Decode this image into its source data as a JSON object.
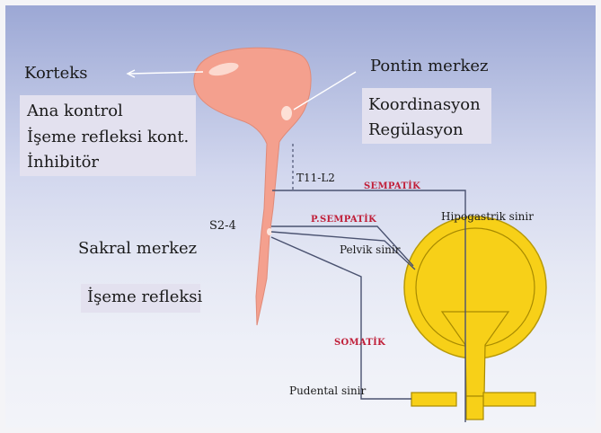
{
  "labels": {
    "korteks": "Korteks",
    "korteks_box": [
      "Ana kontrol",
      "İşeme refleksi kont.",
      "İnhibitör"
    ],
    "pontin": "Pontin merkez",
    "pontin_box": [
      "Koordinasyon",
      "Regülasyon"
    ],
    "sakral": "Sakral merkez",
    "iseme": "İşeme refleksi",
    "s2_4": "S2-4",
    "t11_l2": "T11-L2",
    "sempatik": "SEMPATİK",
    "psempatik": "P.SEMPATİK",
    "somatik": "SOMATİK",
    "hipogastrik": "Hipogastrik sinir",
    "pelvik": "Pelvik sinir",
    "pudental": "Pudental sinir"
  },
  "colors": {
    "brain": "#f4a08e",
    "bladder": "#f7d018",
    "bladder_outline": "#b89a08",
    "nerve": "#4a5270",
    "red_label": "#c0203a"
  }
}
